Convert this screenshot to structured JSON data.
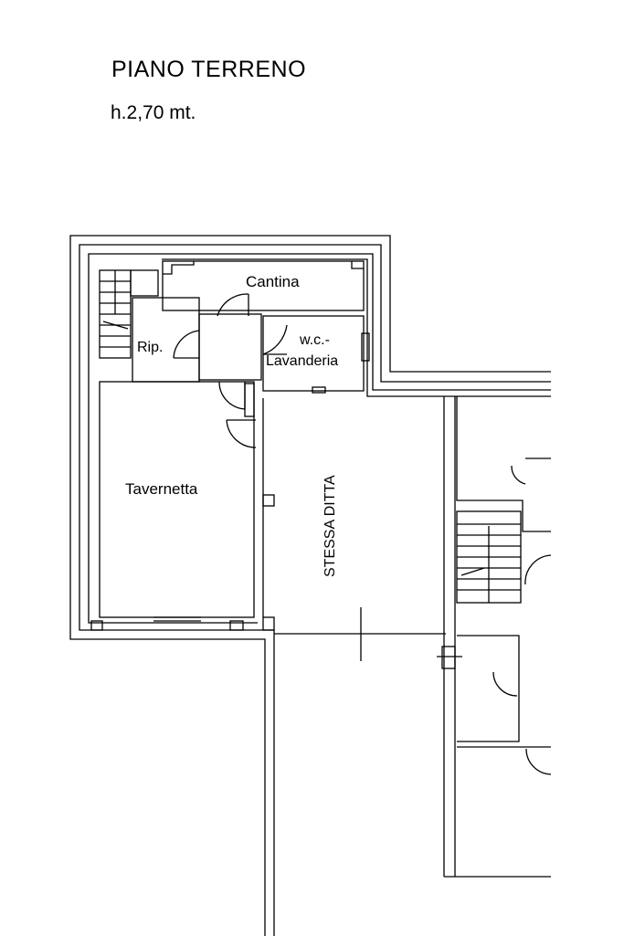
{
  "header": {
    "title": "PIANO TERRENO",
    "height_note": "h.2,70 mt."
  },
  "rooms": {
    "cantina": "Cantina",
    "wc": "w.c.-",
    "lavanderia": "Lavanderia",
    "ripostiglio": "Rip.",
    "tavernetta": "Tavernetta",
    "stessa_ditta": "STESSA DITTA"
  }
}
